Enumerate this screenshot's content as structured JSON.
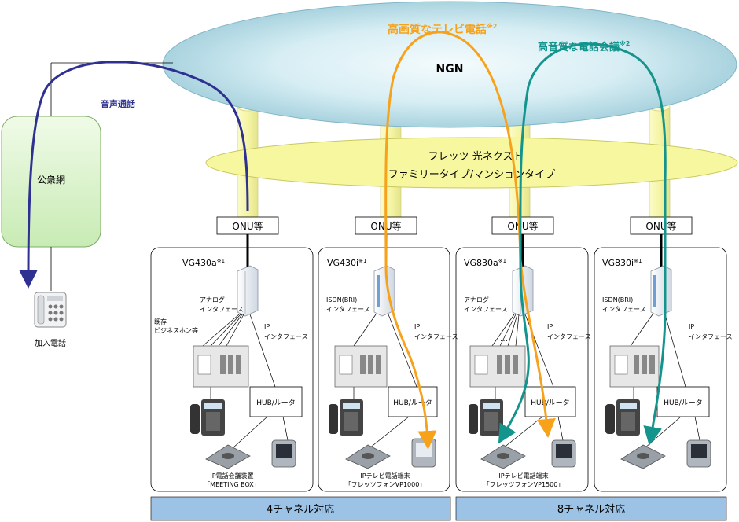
{
  "network": {
    "ngn": "NGN",
    "flets_line1": "フレッツ 光ネクスト",
    "flets_line2": "ファミリータイプ/マンションタイプ",
    "public_network": "公衆網",
    "voice_call": "音声通話",
    "hq_video": "高画質なテレビ電話",
    "hq_audio": "高音質な電話会議",
    "note_mark": "※2"
  },
  "onu_label": "ONU等",
  "phone_label": "加入電話",
  "ip_label": "IP",
  "ip_if": "インタフェース",
  "hub": "HUB/ルータ",
  "panels": [
    {
      "model": "VG430a",
      "mark": "※1",
      "if1": "アナログ",
      "if2": "インタフェース",
      "legacy1": "既存",
      "legacy2": "ビジネスホン等",
      "dev1": "IP電話会議装置",
      "dev2": "「MEETING BOX」"
    },
    {
      "model": "VG430i",
      "mark": "※1",
      "if1": "ISDN(BRI)",
      "if2": "インタフェース",
      "dev1": "IPテレビ電話端末",
      "dev2": "「フレッツフォンVP1000」"
    },
    {
      "model": "VG830a",
      "mark": "※1",
      "if1": "アナログ",
      "if2": "インタフェース",
      "dots": "…",
      "dev1": "IPテレビ電話端末",
      "dev2": "「フレッツフォンVP1500」"
    },
    {
      "model": "VG830i",
      "mark": "※1",
      "if1": "ISDN(BRI)",
      "if2": "インタフェース"
    }
  ],
  "footer": {
    "left": "4チャネル対応",
    "right": "8チャネル対応"
  },
  "colors": {
    "voice": "#2e3192",
    "video": "#f7a21b",
    "audio": "#13948c",
    "footer_bg": "#9cc3e6"
  }
}
